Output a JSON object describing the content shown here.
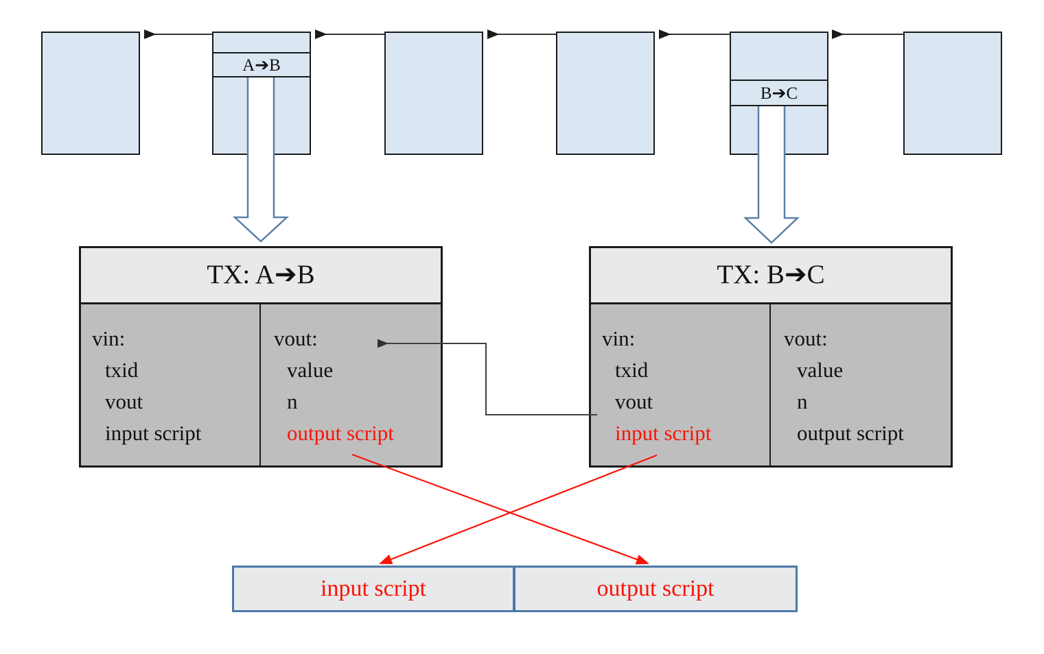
{
  "diagram": {
    "blockchain": {
      "blocks": [
        {
          "label": ""
        },
        {
          "label": "A➔B"
        },
        {
          "label": ""
        },
        {
          "label": ""
        },
        {
          "label": "B➔C"
        },
        {
          "label": ""
        }
      ]
    },
    "tx_left": {
      "title": "TX: A➔B",
      "vin": {
        "heading": "vin:",
        "items": [
          "txid",
          "vout",
          "input script"
        ]
      },
      "vout": {
        "heading": "vout:",
        "items": [
          "value",
          "n",
          "output script"
        ]
      }
    },
    "tx_right": {
      "title": "TX: B➔C",
      "vin": {
        "heading": "vin:",
        "items": [
          "txid",
          "vout",
          "input script"
        ]
      },
      "vout": {
        "heading": "vout:",
        "items": [
          "value",
          "n",
          "output script"
        ]
      }
    },
    "script_box": {
      "input_label": "input script",
      "output_label": "output script"
    },
    "colors": {
      "block_fill": "#dbe6f3",
      "block_border": "#1a1a1a",
      "tx_header_fill": "#e8e9ea",
      "tx_body_fill": "#bebebe",
      "big_arrow_stroke": "#5b80a8",
      "script_box_border": "#4a79a9",
      "highlight_red": "#f91408",
      "connector_gray": "#404040"
    }
  }
}
